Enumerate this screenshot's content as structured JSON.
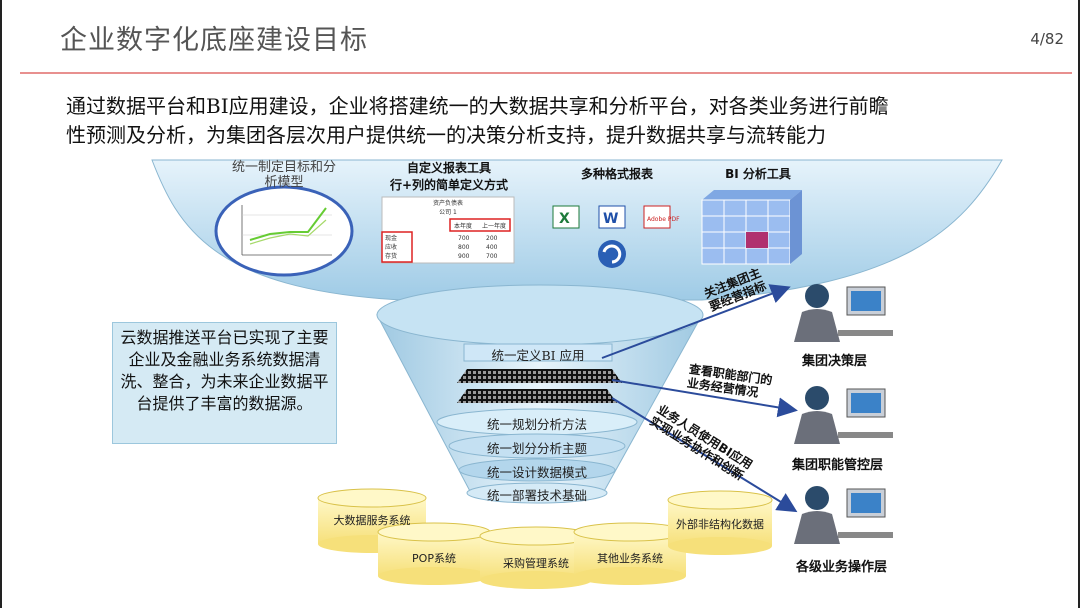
{
  "header": {
    "title": "企业数字化底座建设目标",
    "page": "4/82"
  },
  "intro": {
    "line1": "通过数据平台和BI应用建设，企业将搭建统一的大数据共享和分析平台，对各类业务进行前瞻",
    "line2": "性预测及分析，为集团各层次用户提供统一的决策分析支持，提升数据共享与流转能力"
  },
  "top_tools": {
    "goal_model": {
      "line1": "统一制定目标和分",
      "line2": "析模型"
    },
    "custom_report": {
      "line1": "自定义报表工具",
      "line2": "行+列的简单定义方式"
    },
    "formats": "多种格式报表",
    "bi_tool": "BI 分析工具"
  },
  "mini_report": {
    "header": "资产负债表",
    "company": "公司 1",
    "col1": "本年度",
    "col2": "上一年度",
    "rows": [
      {
        "label": "现金",
        "v1": "700",
        "v2": "200"
      },
      {
        "label": "应收",
        "v1": "800",
        "v2": "400"
      },
      {
        "label": "存货",
        "v1": "900",
        "v2": "700"
      }
    ]
  },
  "funnel_layers": {
    "bi_app": "统一定义BI 应用",
    "method": "统一规划分析方法",
    "topic": "统一划分分析主题",
    "model": "统一设计数据模式",
    "tech": "统一部署技术基础"
  },
  "note": "云数据推送平台已实现了主要企业及金融业务系统数据清洗、整合，为未来企业数据平台提供了丰富的数据源。",
  "databases": {
    "big_data": "大数据服务系统",
    "pop": "POP系统",
    "purchase": "采购管理系统",
    "other": "其他业务系统",
    "external": "外部非结构化数据"
  },
  "arrows": {
    "a1": {
      "line1": "关注集团主",
      "line2": "要经营指标"
    },
    "a2": {
      "line1": "查看职能部门的",
      "line2": "业务经营情况"
    },
    "a3": {
      "line1": "业务人员使用BI应用",
      "line2": "实现业务协作和创新"
    }
  },
  "users": {
    "decision": "集团决策层",
    "function": "集团职能管控层",
    "operation": "各级业务操作层"
  },
  "colors": {
    "accent_line": "#e8908f",
    "funnel_top": "#b8dcf0",
    "funnel_light": "#d9eef9",
    "note_bg": "#d5eaf4",
    "db_yellow": "#fff3a8",
    "arrow": "#2b4b9b"
  }
}
